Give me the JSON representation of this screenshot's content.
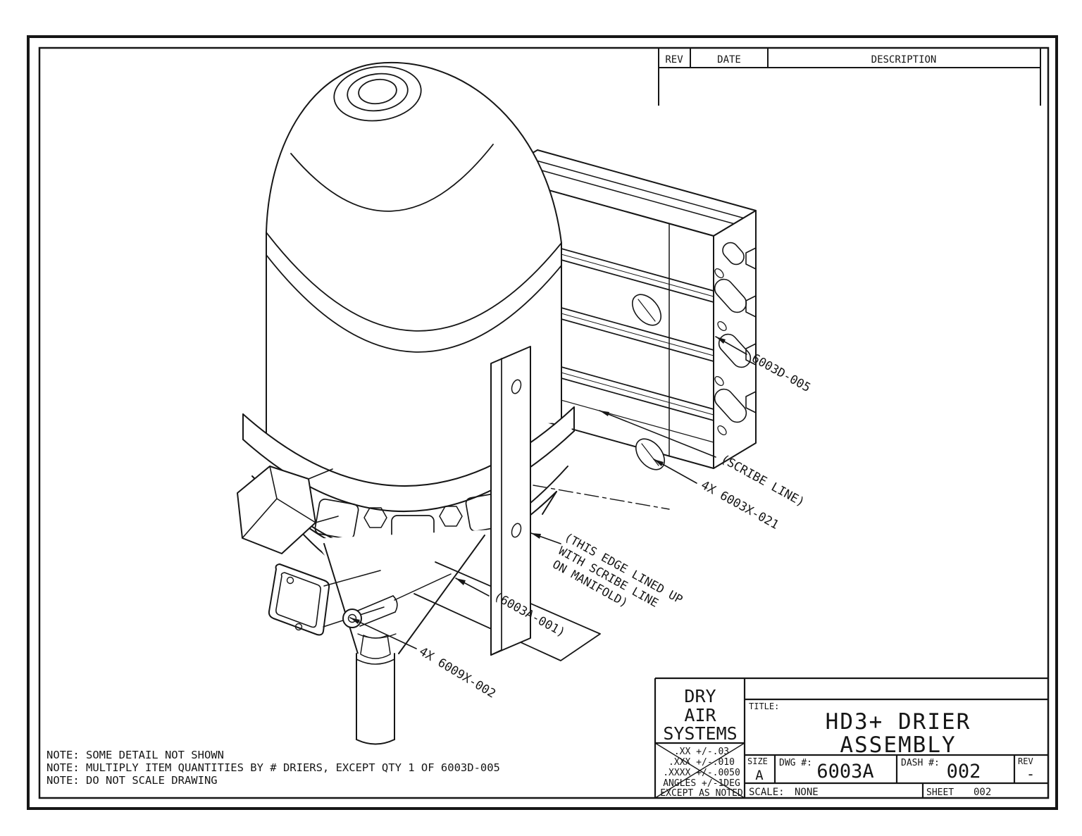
{
  "colors": {
    "ink": "#161616",
    "paper": "#ffffff"
  },
  "revision_table": {
    "headers": {
      "rev": "REV",
      "date": "DATE",
      "description": "DESCRIPTION"
    }
  },
  "callouts": {
    "manifold": {
      "text": "6003D-005"
    },
    "scribe": {
      "text": "(SCRIBE LINE)"
    },
    "tnuts": {
      "text": "4X 6003X-021"
    },
    "edge_note": {
      "lines": [
        "(THIS EDGE LINED UP",
        "WITH SCRIBE LINE",
        "ON MANIFOLD)"
      ]
    },
    "drier_body": {
      "text": "(6003A-001)"
    },
    "screws": {
      "text": "4X 6009X-002"
    }
  },
  "notes": {
    "line1": "NOTE: SOME DETAIL NOT SHOWN",
    "line2": "NOTE: MULTIPLY ITEM QUANTITIES BY # DRIERS, EXCEPT QTY 1 OF 6003D-005",
    "line3": "NOTE: DO NOT SCALE DRAWING"
  },
  "title_block": {
    "company_line1": "DRY",
    "company_line2": "AIR",
    "company_line3": "SYSTEMS",
    "tol1": ".XX +/-.03",
    "tol2": ".XXX +/-.010",
    "tol3": ".XXXX +/-.0050",
    "tol4": "ANGLES +/-1DEG",
    "tol5": "EXCEPT AS NOTED",
    "title_label": "TITLE:",
    "title_line1": "HD3+ DRIER",
    "title_line2": "ASSEMBLY",
    "size_label": "SIZE",
    "size_value": "A",
    "dwg_label": "DWG #:",
    "dwg_value": "6003A",
    "dash_label": "DASH #:",
    "dash_value": "002",
    "rev_label": "REV",
    "rev_value": "-",
    "scale_label": "SCALE:",
    "scale_value": "NONE",
    "sheet_label": "SHEET",
    "sheet_value": "002"
  }
}
